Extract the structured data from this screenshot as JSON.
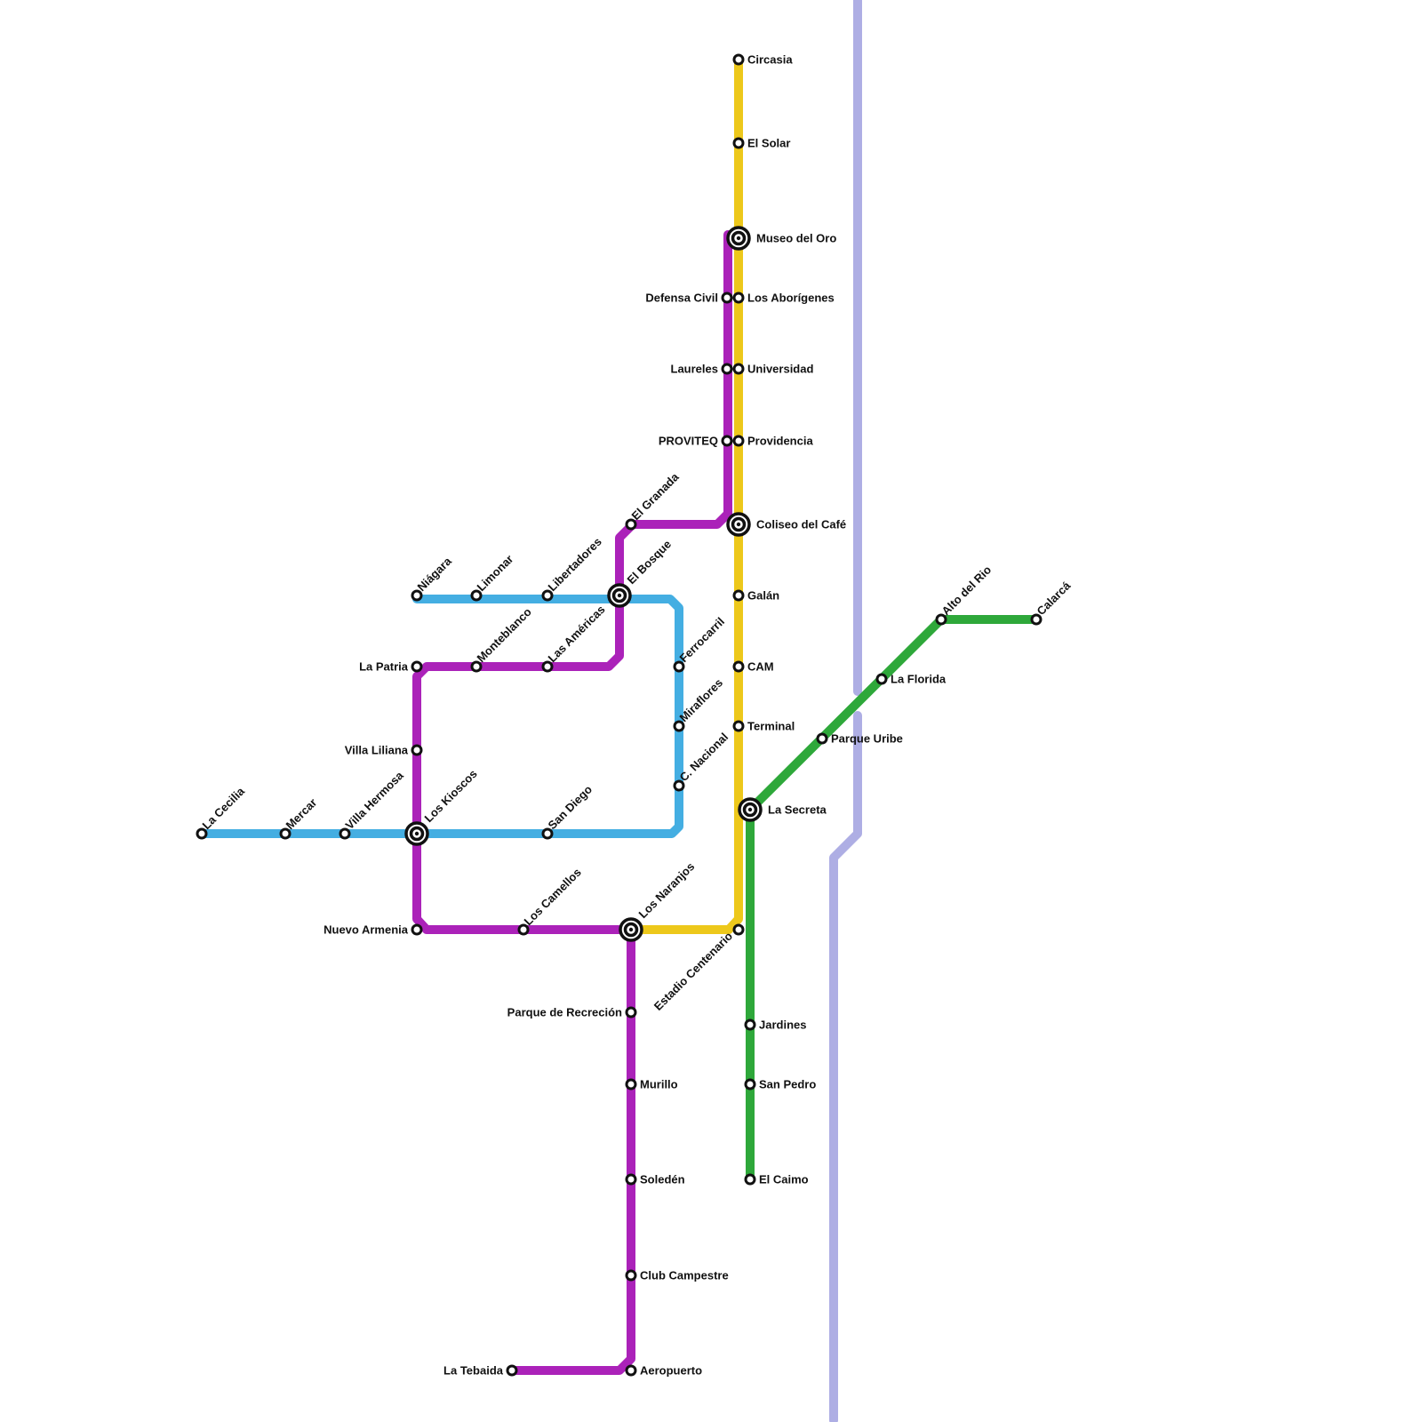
{
  "lines": [
    {
      "id": "river",
      "color": "#aeaee4"
    },
    {
      "id": "blue",
      "color": "#44aee2"
    },
    {
      "id": "purple",
      "color": "#ab22b9"
    },
    {
      "id": "yellow",
      "color": "#edc81b"
    },
    {
      "id": "green",
      "color": "#2ea83a"
    }
  ],
  "stations": [
    {
      "id": "circasia",
      "name": "Circasia"
    },
    {
      "id": "el-solar",
      "name": "El Solar"
    },
    {
      "id": "museo-del-oro",
      "name": "Museo del Oro"
    },
    {
      "id": "defensa-civil",
      "name": "Defensa Civil"
    },
    {
      "id": "los-aborigenes",
      "name": "Los Aborígenes"
    },
    {
      "id": "laureles",
      "name": "Laureles"
    },
    {
      "id": "universidad",
      "name": "Universidad"
    },
    {
      "id": "proviteq",
      "name": "PROVITEQ"
    },
    {
      "id": "providencia",
      "name": "Providencia"
    },
    {
      "id": "el-granada",
      "name": "El Granada"
    },
    {
      "id": "coliseo-del-cafe",
      "name": "Coliseo del Café"
    },
    {
      "id": "niagara",
      "name": "Niágara"
    },
    {
      "id": "limonar",
      "name": "Limonar"
    },
    {
      "id": "libertadores",
      "name": "Libertadores"
    },
    {
      "id": "el-bosque",
      "name": "El Bosque"
    },
    {
      "id": "galan",
      "name": "Galán"
    },
    {
      "id": "alto-del-rio",
      "name": "Alto del Rio"
    },
    {
      "id": "calarca",
      "name": "Calarcá"
    },
    {
      "id": "la-patria",
      "name": "La Patria"
    },
    {
      "id": "monteblanco",
      "name": "Monteblanco"
    },
    {
      "id": "las-americas",
      "name": "Las Américas"
    },
    {
      "id": "ferrocarril",
      "name": "Ferrocarril"
    },
    {
      "id": "cam",
      "name": "CAM"
    },
    {
      "id": "la-florida",
      "name": "La Florida"
    },
    {
      "id": "miraflores",
      "name": "Miraflores"
    },
    {
      "id": "terminal",
      "name": "Terminal"
    },
    {
      "id": "parque-uribe",
      "name": "Parque Uribe"
    },
    {
      "id": "villa-liliana",
      "name": "Villa Liliana"
    },
    {
      "id": "c-nacional",
      "name": "C. Nacional"
    },
    {
      "id": "la-secreta",
      "name": "La Secreta"
    },
    {
      "id": "la-cecilia",
      "name": "La Cecilia"
    },
    {
      "id": "mercar",
      "name": "Mercar"
    },
    {
      "id": "villa-hermosa",
      "name": "Villa Hermosa"
    },
    {
      "id": "los-kioscos",
      "name": "Los Kioscos"
    },
    {
      "id": "san-diego",
      "name": "San Diego"
    },
    {
      "id": "nuevo-armenia",
      "name": "Nuevo Armenia"
    },
    {
      "id": "los-camellos",
      "name": "Los Camellos"
    },
    {
      "id": "los-naranjos",
      "name": "Los Naranjos"
    },
    {
      "id": "estadio-centenario",
      "name": "Estadio Centenario"
    },
    {
      "id": "parque-de-recreacion",
      "name": "Parque de Recreción"
    },
    {
      "id": "jardines",
      "name": "Jardines"
    },
    {
      "id": "murillo",
      "name": "Murillo"
    },
    {
      "id": "san-pedro",
      "name": "San Pedro"
    },
    {
      "id": "el-caimo",
      "name": "El Caimo"
    },
    {
      "id": "soleden",
      "name": "Soledén"
    },
    {
      "id": "club-campestre",
      "name": "Club Campestre"
    },
    {
      "id": "la-tebaida",
      "name": "La Tebaida"
    },
    {
      "id": "aeropuerto",
      "name": "Aeropuerto"
    }
  ]
}
